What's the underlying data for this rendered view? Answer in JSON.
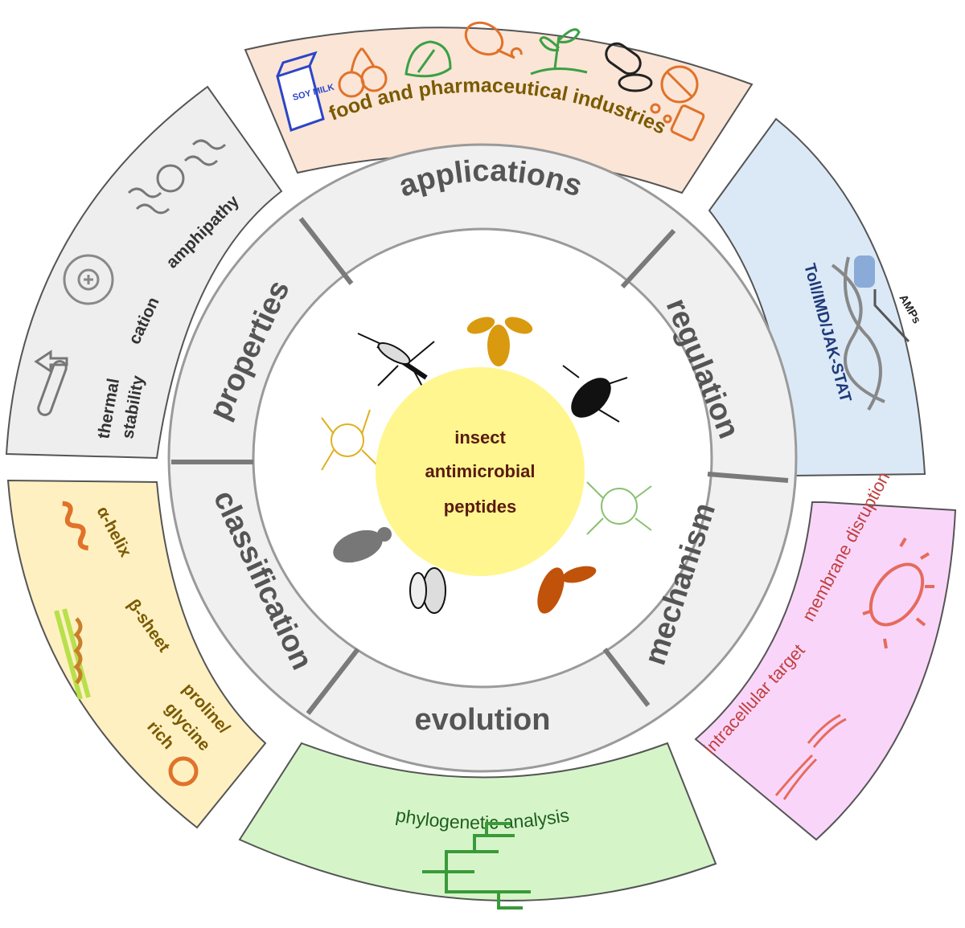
{
  "center": {
    "lines": [
      "insect",
      "antimicrobial",
      "peptides"
    ],
    "color": "#fff68f",
    "text_color": "#5a1a10"
  },
  "inner_ring": {
    "labels": {
      "applications": "applications",
      "regulation": "regulation",
      "mechanism": "mechanism",
      "evolution": "evolution",
      "classification": "classification",
      "properties": "properties"
    }
  },
  "outer_panels": {
    "food": {
      "label": "food and pharmaceutical industries",
      "icon_text": "SOY MILK"
    },
    "regulation": {
      "pathway": "Toll/IMD/JAK-STAT",
      "output": "AMPs"
    },
    "mechanism": {
      "label1": "membrane disruption",
      "label2": "intracellular target"
    },
    "evolution": {
      "label": "phylogenetic analysis"
    },
    "structure": {
      "alpha": "α-helix",
      "beta": "β-sheet",
      "pg1": "proline/",
      "pg2": "glycine",
      "pg3": "rich"
    },
    "properties": {
      "t1": "thermal",
      "t2": "stability",
      "cation": "cation",
      "amph": "amphipathy"
    }
  },
  "colors": {
    "food_bg": "#fbe5d6",
    "reg_bg": "#dbe9f7",
    "mech_bg": "#f9d6f9",
    "evo_bg": "#d5f5c9",
    "struct_bg": "#fff0c2",
    "prop_bg": "#eeeeee",
    "ring_bg": "#f0f0f0",
    "ring_text": "#555555"
  }
}
